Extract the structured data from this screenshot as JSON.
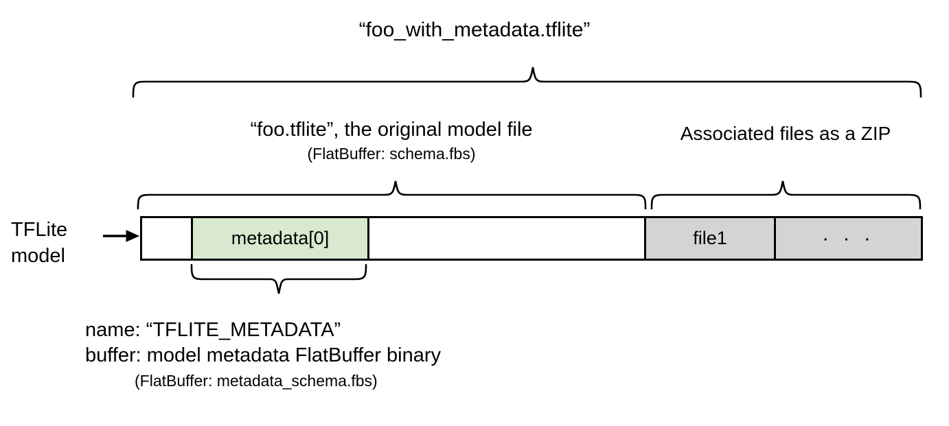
{
  "diagram": {
    "title": "“foo_with_metadata.tflite”",
    "source_label": "TFLite\nmodel",
    "source_label_line1": "TFLite",
    "source_label_line2": "model",
    "sections": {
      "model_file_label": "“foo.tflite”, the original model file",
      "model_file_sublabel": "(FlatBuffer: schema.fbs)",
      "associated_files_label": "Associated files as a ZIP"
    },
    "bar_segments": [
      {
        "name": "leading-empty",
        "label": "",
        "fill": "#ffffff"
      },
      {
        "name": "metadata",
        "label": "metadata[0]",
        "fill": "#d9e9d0"
      },
      {
        "name": "model-body-empty",
        "label": "",
        "fill": "#ffffff"
      },
      {
        "name": "file1",
        "label": "file1",
        "fill": "#d4d4d4"
      },
      {
        "name": "more-files",
        "label": "· · ·",
        "fill": "#d4d4d4"
      }
    ],
    "metadata_note": {
      "line1": "name: “TFLITE_METADATA”",
      "line2": "buffer: model metadata FlatBuffer binary",
      "line3": "(FlatBuffer: metadata_schema.fbs)"
    },
    "colors": {
      "metadata_fill": "#d9e9d0",
      "zip_fill": "#d4d4d4",
      "stroke": "#000000",
      "background": "#ffffff"
    }
  }
}
